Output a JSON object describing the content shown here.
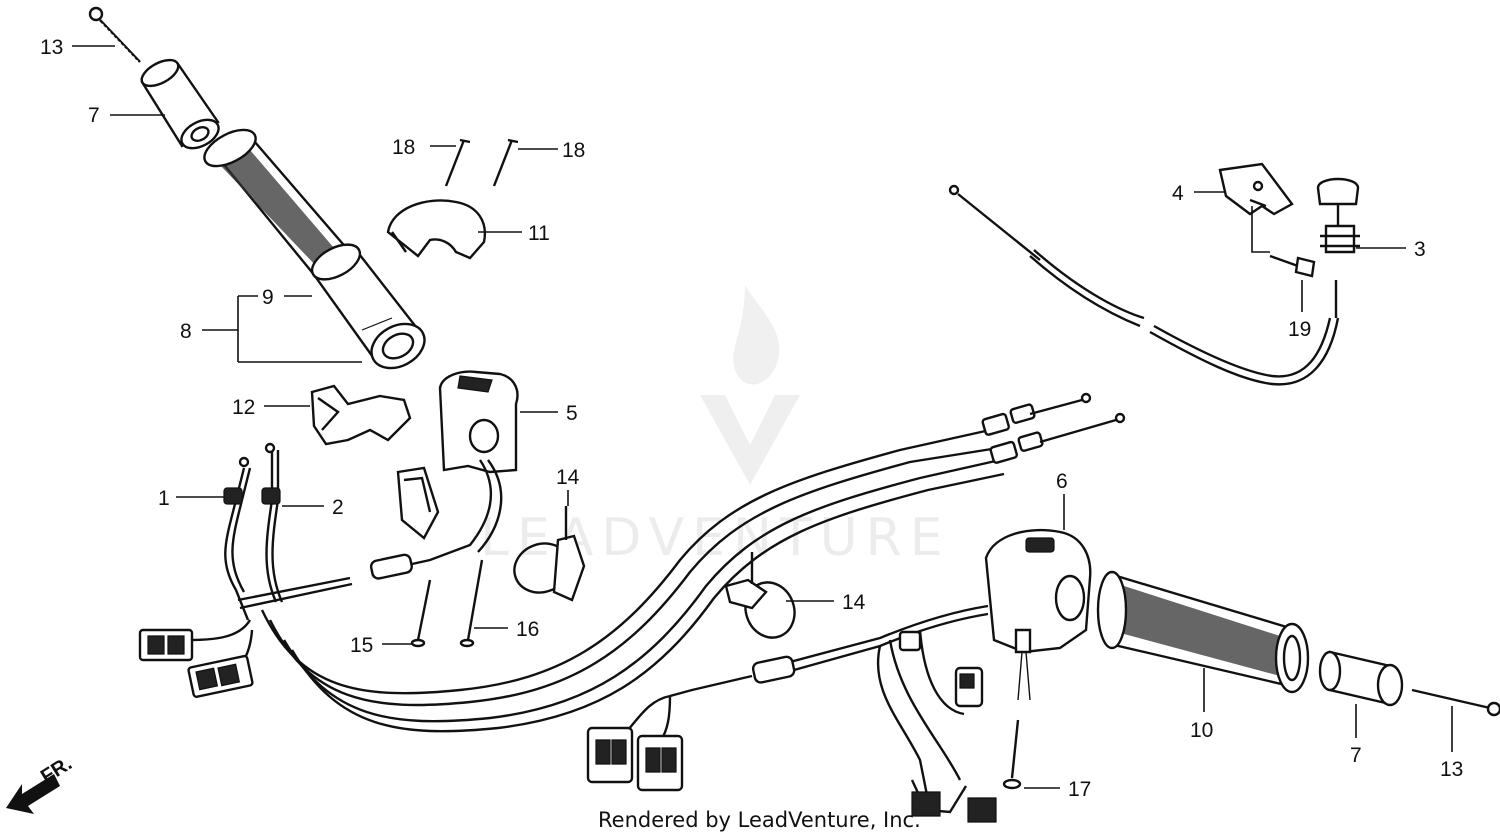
{
  "diagram": {
    "callouts": [
      {
        "id": "c13a",
        "text": "13"
      },
      {
        "id": "c7a",
        "text": "7"
      },
      {
        "id": "c18a",
        "text": "18"
      },
      {
        "id": "c18b",
        "text": "18"
      },
      {
        "id": "c11",
        "text": "11"
      },
      {
        "id": "c9",
        "text": "9"
      },
      {
        "id": "c8",
        "text": "8"
      },
      {
        "id": "c12",
        "text": "12"
      },
      {
        "id": "c5",
        "text": "5"
      },
      {
        "id": "c1",
        "text": "1"
      },
      {
        "id": "c2",
        "text": "2"
      },
      {
        "id": "c14a",
        "text": "14"
      },
      {
        "id": "c15",
        "text": "15"
      },
      {
        "id": "c16",
        "text": "16"
      },
      {
        "id": "c4",
        "text": "4"
      },
      {
        "id": "c3",
        "text": "3"
      },
      {
        "id": "c19",
        "text": "19"
      },
      {
        "id": "c6",
        "text": "6"
      },
      {
        "id": "c14b",
        "text": "14"
      },
      {
        "id": "c10",
        "text": "10"
      },
      {
        "id": "c7b",
        "text": "7"
      },
      {
        "id": "c13b",
        "text": "13"
      },
      {
        "id": "c17",
        "text": "17"
      }
    ],
    "direction_label": "FR.",
    "watermark": "LEADVENTURE",
    "credit": "Rendered by LeadVenture, Inc."
  }
}
